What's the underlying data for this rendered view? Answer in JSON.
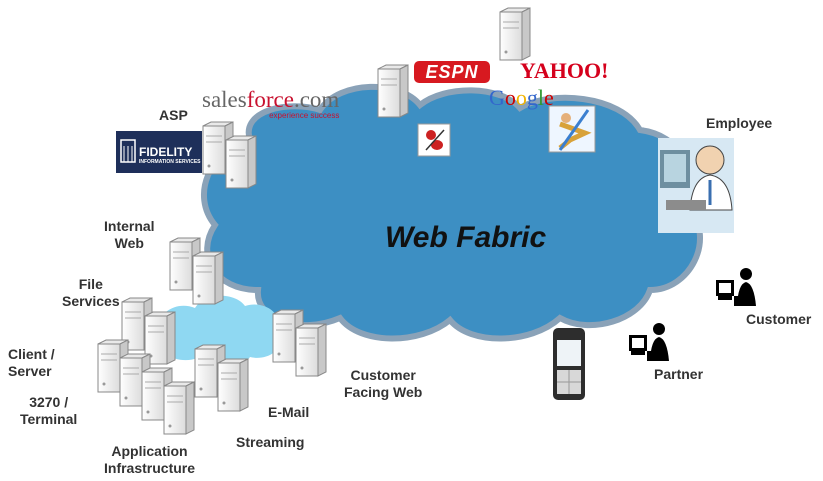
{
  "diagram": {
    "title": "Web Fabric",
    "labels": {
      "asp": "ASP",
      "internal_web": [
        "Internal",
        "Web"
      ],
      "file_services": [
        "File",
        "Services"
      ],
      "client_server": [
        "Client /",
        "Server"
      ],
      "terminal": [
        "3270 /",
        "Terminal"
      ],
      "application_infrastructure": [
        "Application",
        "Infrastructure"
      ],
      "email": "E-Mail",
      "streaming": "Streaming",
      "customer_facing_web": [
        "Customer",
        "Facing Web"
      ],
      "employee": "Employee",
      "customer": "Customer",
      "partner": "Partner"
    },
    "logos": {
      "salesforce": {
        "main_a": "sales",
        "main_b": "force",
        "main_c": ".com",
        "tagline": "experience success"
      },
      "fidelity": {
        "name": "FIDELITY",
        "sub": "INFORMATION SERVICES"
      },
      "espn": "ESPN",
      "yahoo": "YAHOO!",
      "google": [
        "G",
        "o",
        "o",
        "g",
        "l",
        "e"
      ]
    },
    "colors": {
      "cloud": "#3d8fc3",
      "cloud_outline": "#8aa2b8",
      "small_cloud": "#8fd8f2",
      "server": "#f2f2f2",
      "label": "#333333"
    }
  }
}
